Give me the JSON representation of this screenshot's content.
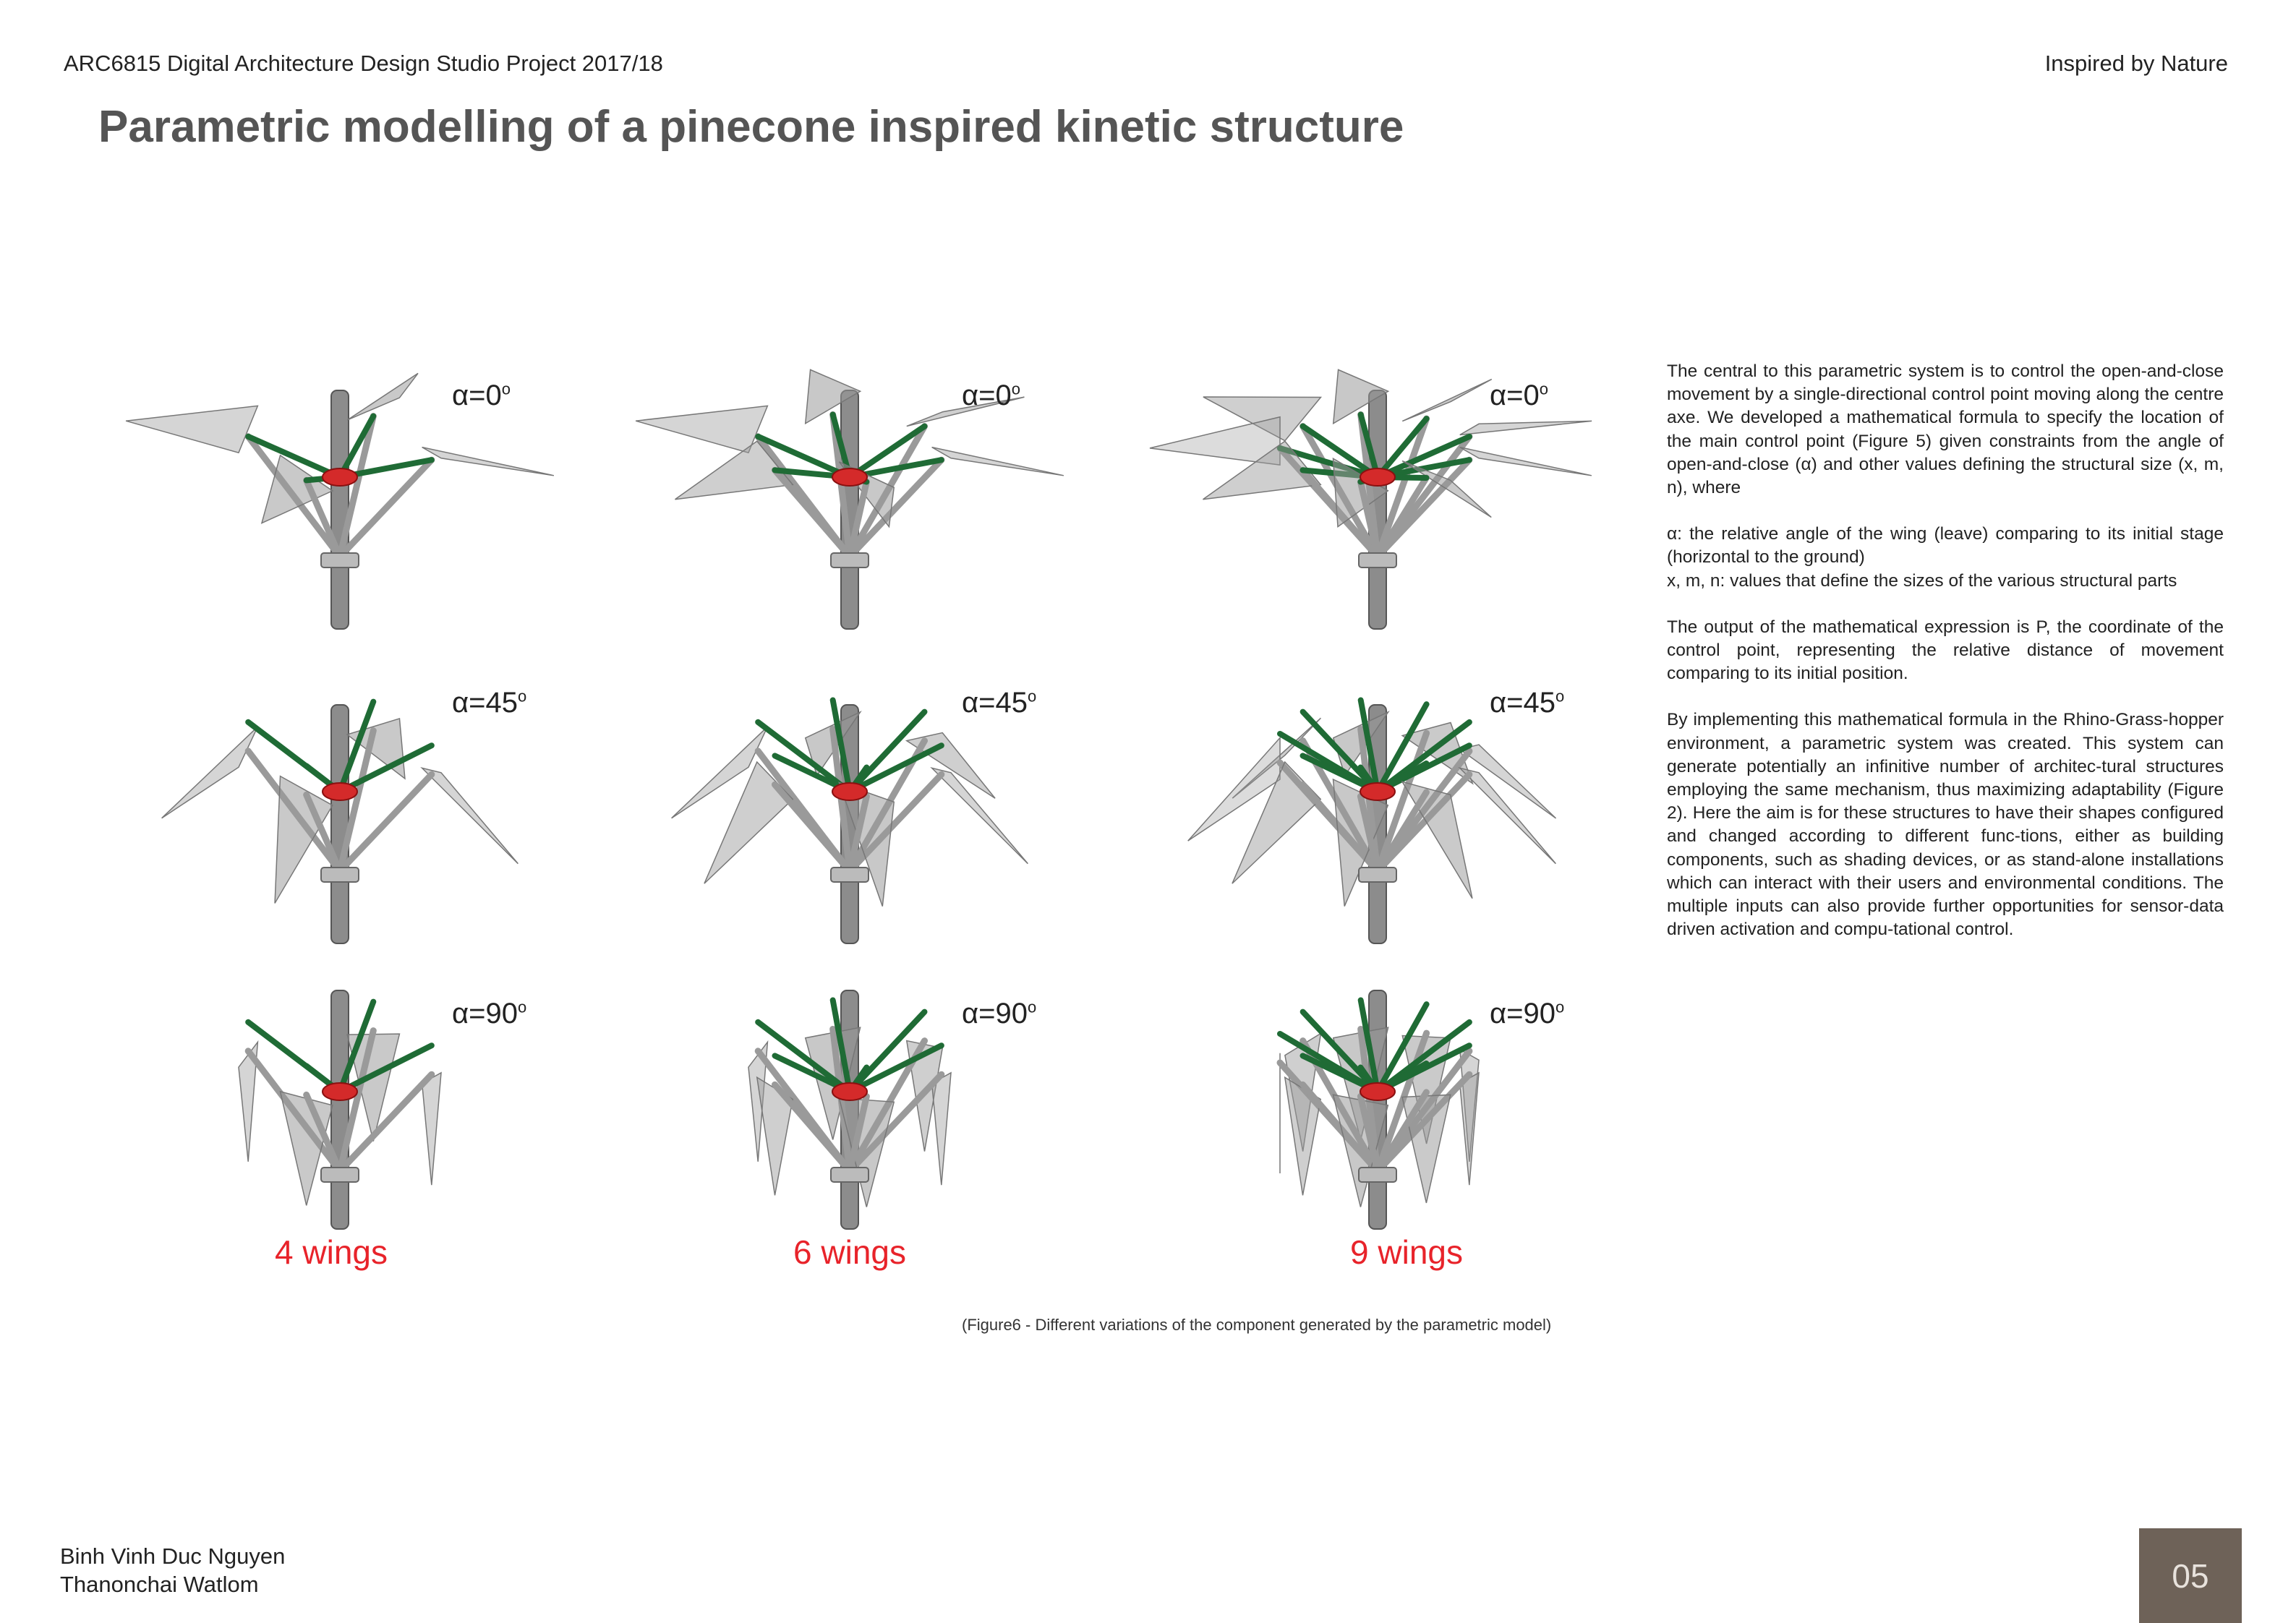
{
  "header": {
    "course": "ARC6815 Digital Architecture Design Studio Project 2017/18",
    "theme": "Inspired by Nature"
  },
  "title": "Parametric modelling of a pinecone inspired kinetic structure",
  "figure": {
    "columns": [
      {
        "wings": 4,
        "label": "4 wings"
      },
      {
        "wings": 6,
        "label": "6 wings"
      },
      {
        "wings": 9,
        "label": "9 wings"
      }
    ],
    "rows": [
      {
        "alpha": 0,
        "label": "α=0",
        "unit": "o"
      },
      {
        "alpha": 45,
        "label": "α=45",
        "unit": "o"
      },
      {
        "alpha": 90,
        "label": "α=90",
        "unit": "o"
      }
    ],
    "caption": "(Figure6 - Different variations of the component generated by the parametric model)",
    "colors": {
      "strut": "#1f6b35",
      "hub": "#d42a2a",
      "wing": "#9a9a9a",
      "pole": "#8c8c8c"
    }
  },
  "body": {
    "p1": "The central to this parametric system is to control the open-and-close movement by a single-directional control point moving along the centre axe. We developed a mathematical formula to specify the location of the main control point (Figure 5) given constraints from the angle of open-and-close (α) and other values defining the structural size (x, m, n), where",
    "p2a": "α: the relative angle of the wing (leave) comparing to its initial stage (horizontal to the ground)",
    "p2b": "x, m, n: values that define the sizes of the various structural parts",
    "p3": "The output of the mathematical expression is P, the coordinate of the control point, representing the relative distance of movement comparing to its initial position.",
    "p4": "By implementing this mathematical formula in the Rhino-Grass-hopper environment, a parametric system was created. This system can generate potentially an infinitive number of architec-tural structures employing the same mechanism, thus maximizing adaptability (Figure 2). Here the aim is for these structures to have their shapes configured and changed according to different func-tions, either as building components, such as shading devices, or as stand-alone installations which can interact with their users and environmental conditions. The multiple inputs can also provide further opportunities for sensor-data driven activation and compu-tational control."
  },
  "footer": {
    "author1": "Binh Vinh Duc Nguyen",
    "author2": "Thanonchai Watlom",
    "page": "05"
  }
}
